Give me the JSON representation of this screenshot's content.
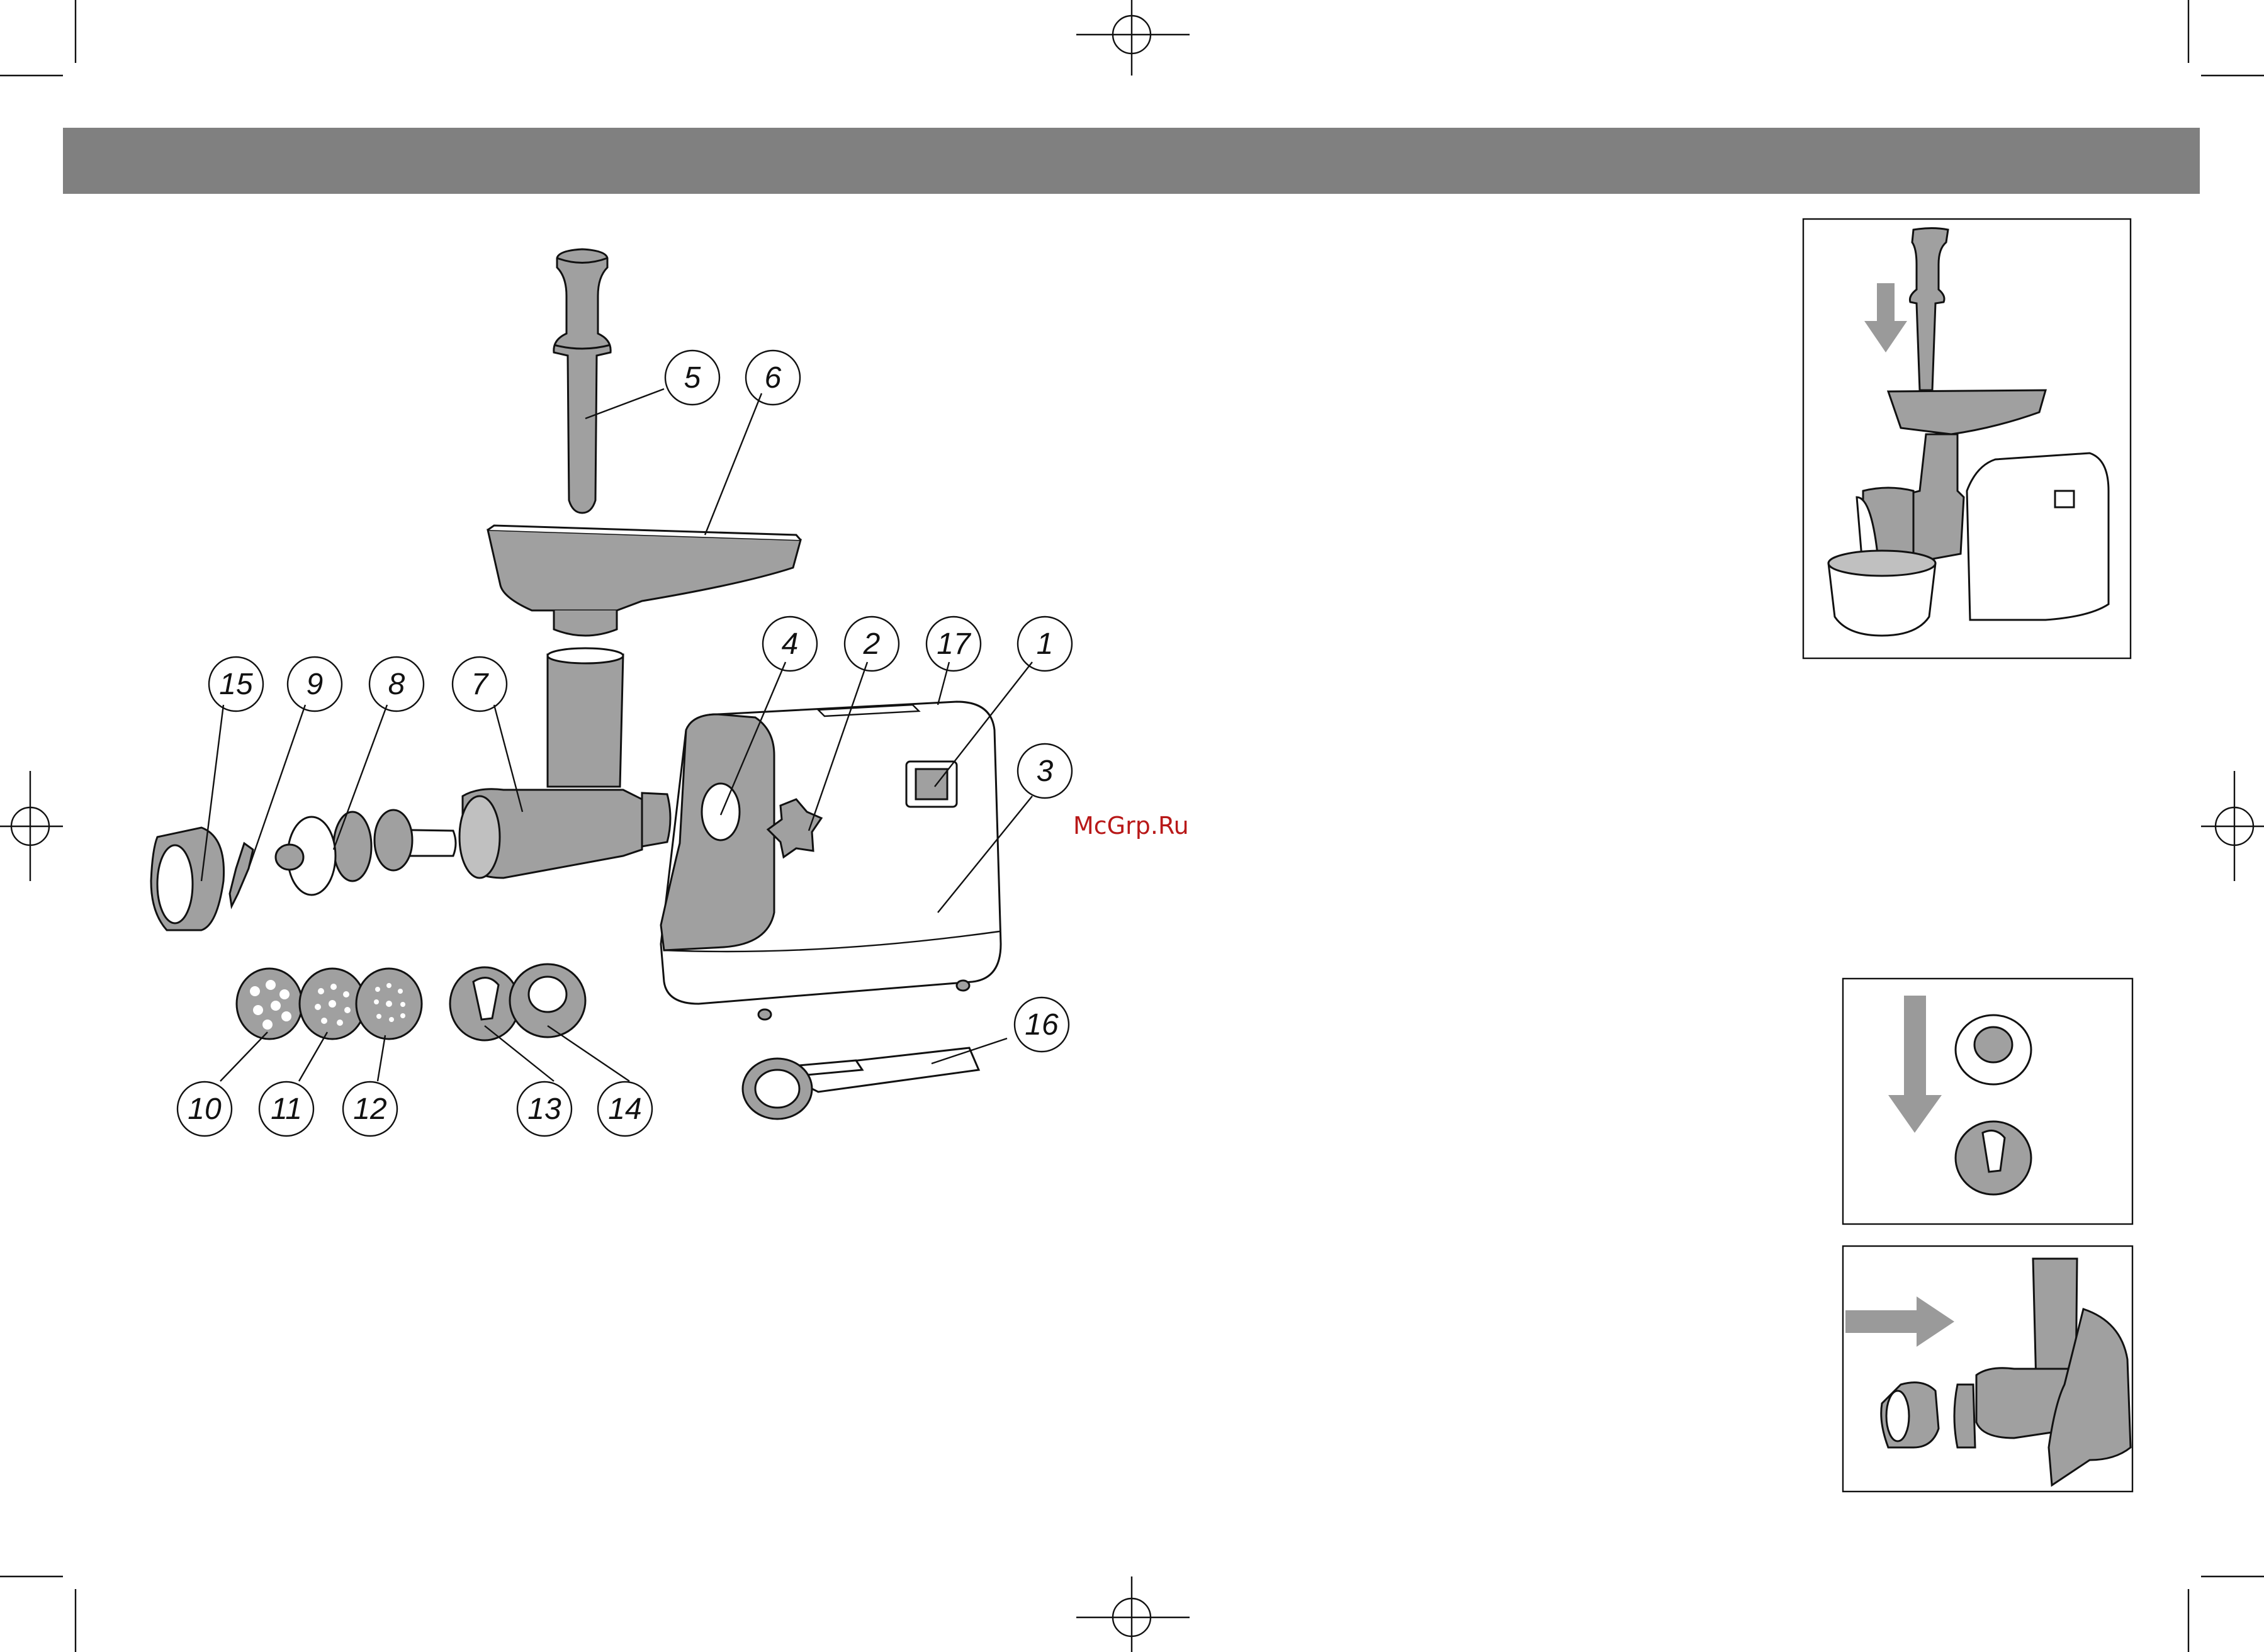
{
  "header_bar": {
    "color": "#808080"
  },
  "watermark": {
    "text": "McGrp.Ru",
    "color": "#b81818"
  },
  "callouts": [
    {
      "id": "c5",
      "label": "5"
    },
    {
      "id": "c6",
      "label": "6"
    },
    {
      "id": "c4",
      "label": "4"
    },
    {
      "id": "c2",
      "label": "2"
    },
    {
      "id": "c17",
      "label": "17"
    },
    {
      "id": "c1",
      "label": "1"
    },
    {
      "id": "c3",
      "label": "3"
    },
    {
      "id": "c15",
      "label": "15"
    },
    {
      "id": "c9",
      "label": "9"
    },
    {
      "id": "c8",
      "label": "8"
    },
    {
      "id": "c7",
      "label": "7"
    },
    {
      "id": "c16",
      "label": "16"
    },
    {
      "id": "c10",
      "label": "10"
    },
    {
      "id": "c11",
      "label": "11"
    },
    {
      "id": "c12",
      "label": "12"
    },
    {
      "id": "c13",
      "label": "13"
    },
    {
      "id": "c14",
      "label": "14"
    }
  ],
  "colors": {
    "part_fill": "#a0a0a0",
    "body_fill": "#ffffff",
    "arrow_fill": "#9a9a9a",
    "line": "#111111"
  }
}
